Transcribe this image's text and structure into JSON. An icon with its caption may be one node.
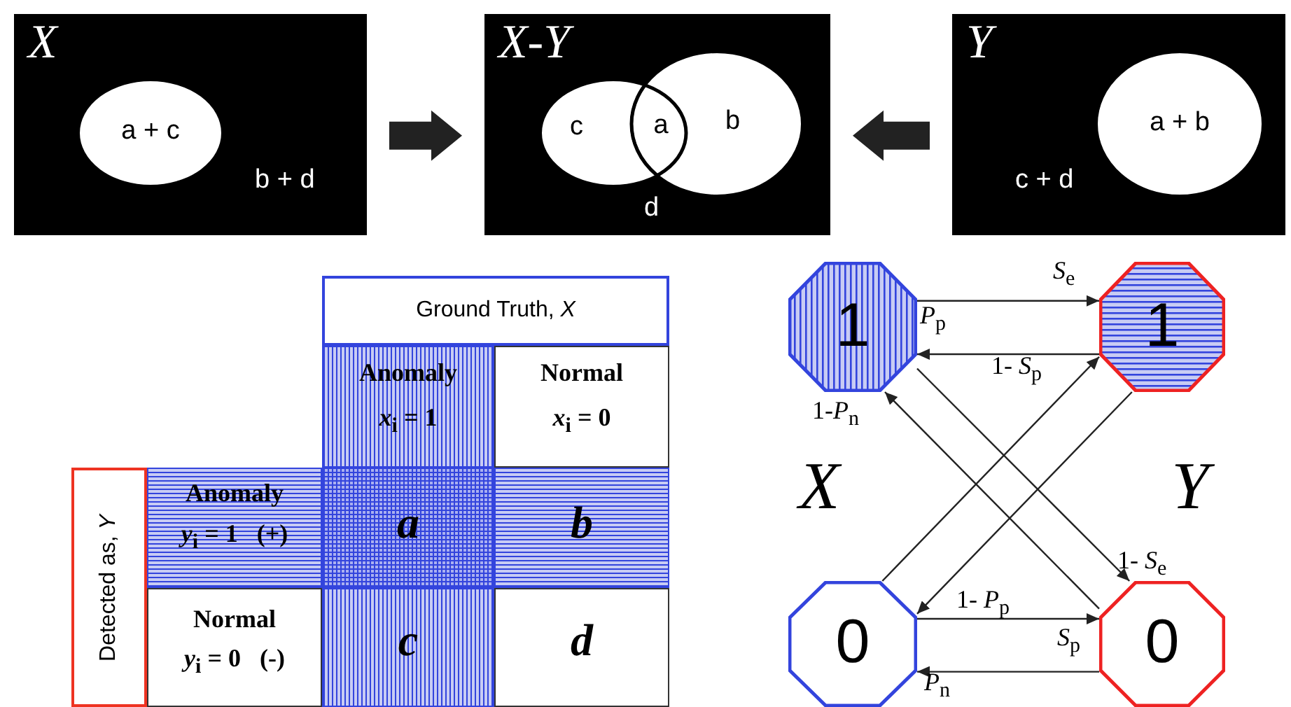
{
  "diagram": {
    "nodes": [
      {
        "text": [
          "X",
          "b + d"
        ]
      },
      {
        "text": [
          "a + c"
        ],
        "in": 0
      },
      {
        "text": [
          "X-Y",
          "d"
        ]
      },
      {
        "text": [
          "c"
        ],
        "in": 2
      },
      {
        "text": [
          "b"
        ],
        "in": 2
      },
      {
        "text": [
          "Y",
          "c + d"
        ]
      },
      {
        "text": [
          "a + b"
        ],
        "in": 5
      },
      {
        "text": [
          "Ground Truth, *X*"
        ]
      },
      {
        "text": [
          "Detected as, *Y*"
        ]
      },
      {
        "text": [
          "1"
        ]
      },
      {
        "text": [
          "1"
        ]
      },
      {
        "text": [
          "0"
        ]
      },
      {
        "text": [
          "0"
        ]
      }
    ],
    "edges": [
      {
        "from": 0,
        "to": 2,
        "arrow": "to",
        "style": "thick"
      },
      {
        "from": 5,
        "to": 2,
        "arrow": "to",
        "style": "thick"
      },
      {
        "from": 9,
        "to": 10,
        "arrow": "to",
        "label": "*S*$_{e}$"
      },
      {
        "from": 10,
        "to": 9,
        "arrow": "to",
        "label": "*P*$_{p}$"
      },
      {
        "from": 9,
        "to": 12,
        "arrow": "to",
        "label": "1- *S*$_{e}$"
      },
      {
        "from": 12,
        "to": 9,
        "arrow": "to",
        "label": "1-*P*$_{n}$"
      },
      {
        "from": 11,
        "to": 10,
        "arrow": "to",
        "label": "1- *S*$_{p}$"
      },
      {
        "from": 10,
        "to": 11,
        "arrow": "to",
        "label": "1- *P*$_{p}$"
      },
      {
        "from": 11,
        "to": 12,
        "arrow": "to",
        "label": "*S*$_{p}$"
      },
      {
        "from": 12,
        "to": 11,
        "arrow": "to",
        "label": "*P*$_{n}$"
      }
    ],
    "labels": [
      "a",
      "Anomaly",
      "*x*$_{i}$ = 1",
      "Normal",
      "*x*$_{i}$ = 0",
      "Anomaly",
      "*y*$_{i}$ = 1   (+)",
      "a",
      "b",
      "Normal",
      "*y*$_{i}$ = 0   (-)",
      "c",
      "d",
      "X",
      "Y"
    ]
  }
}
